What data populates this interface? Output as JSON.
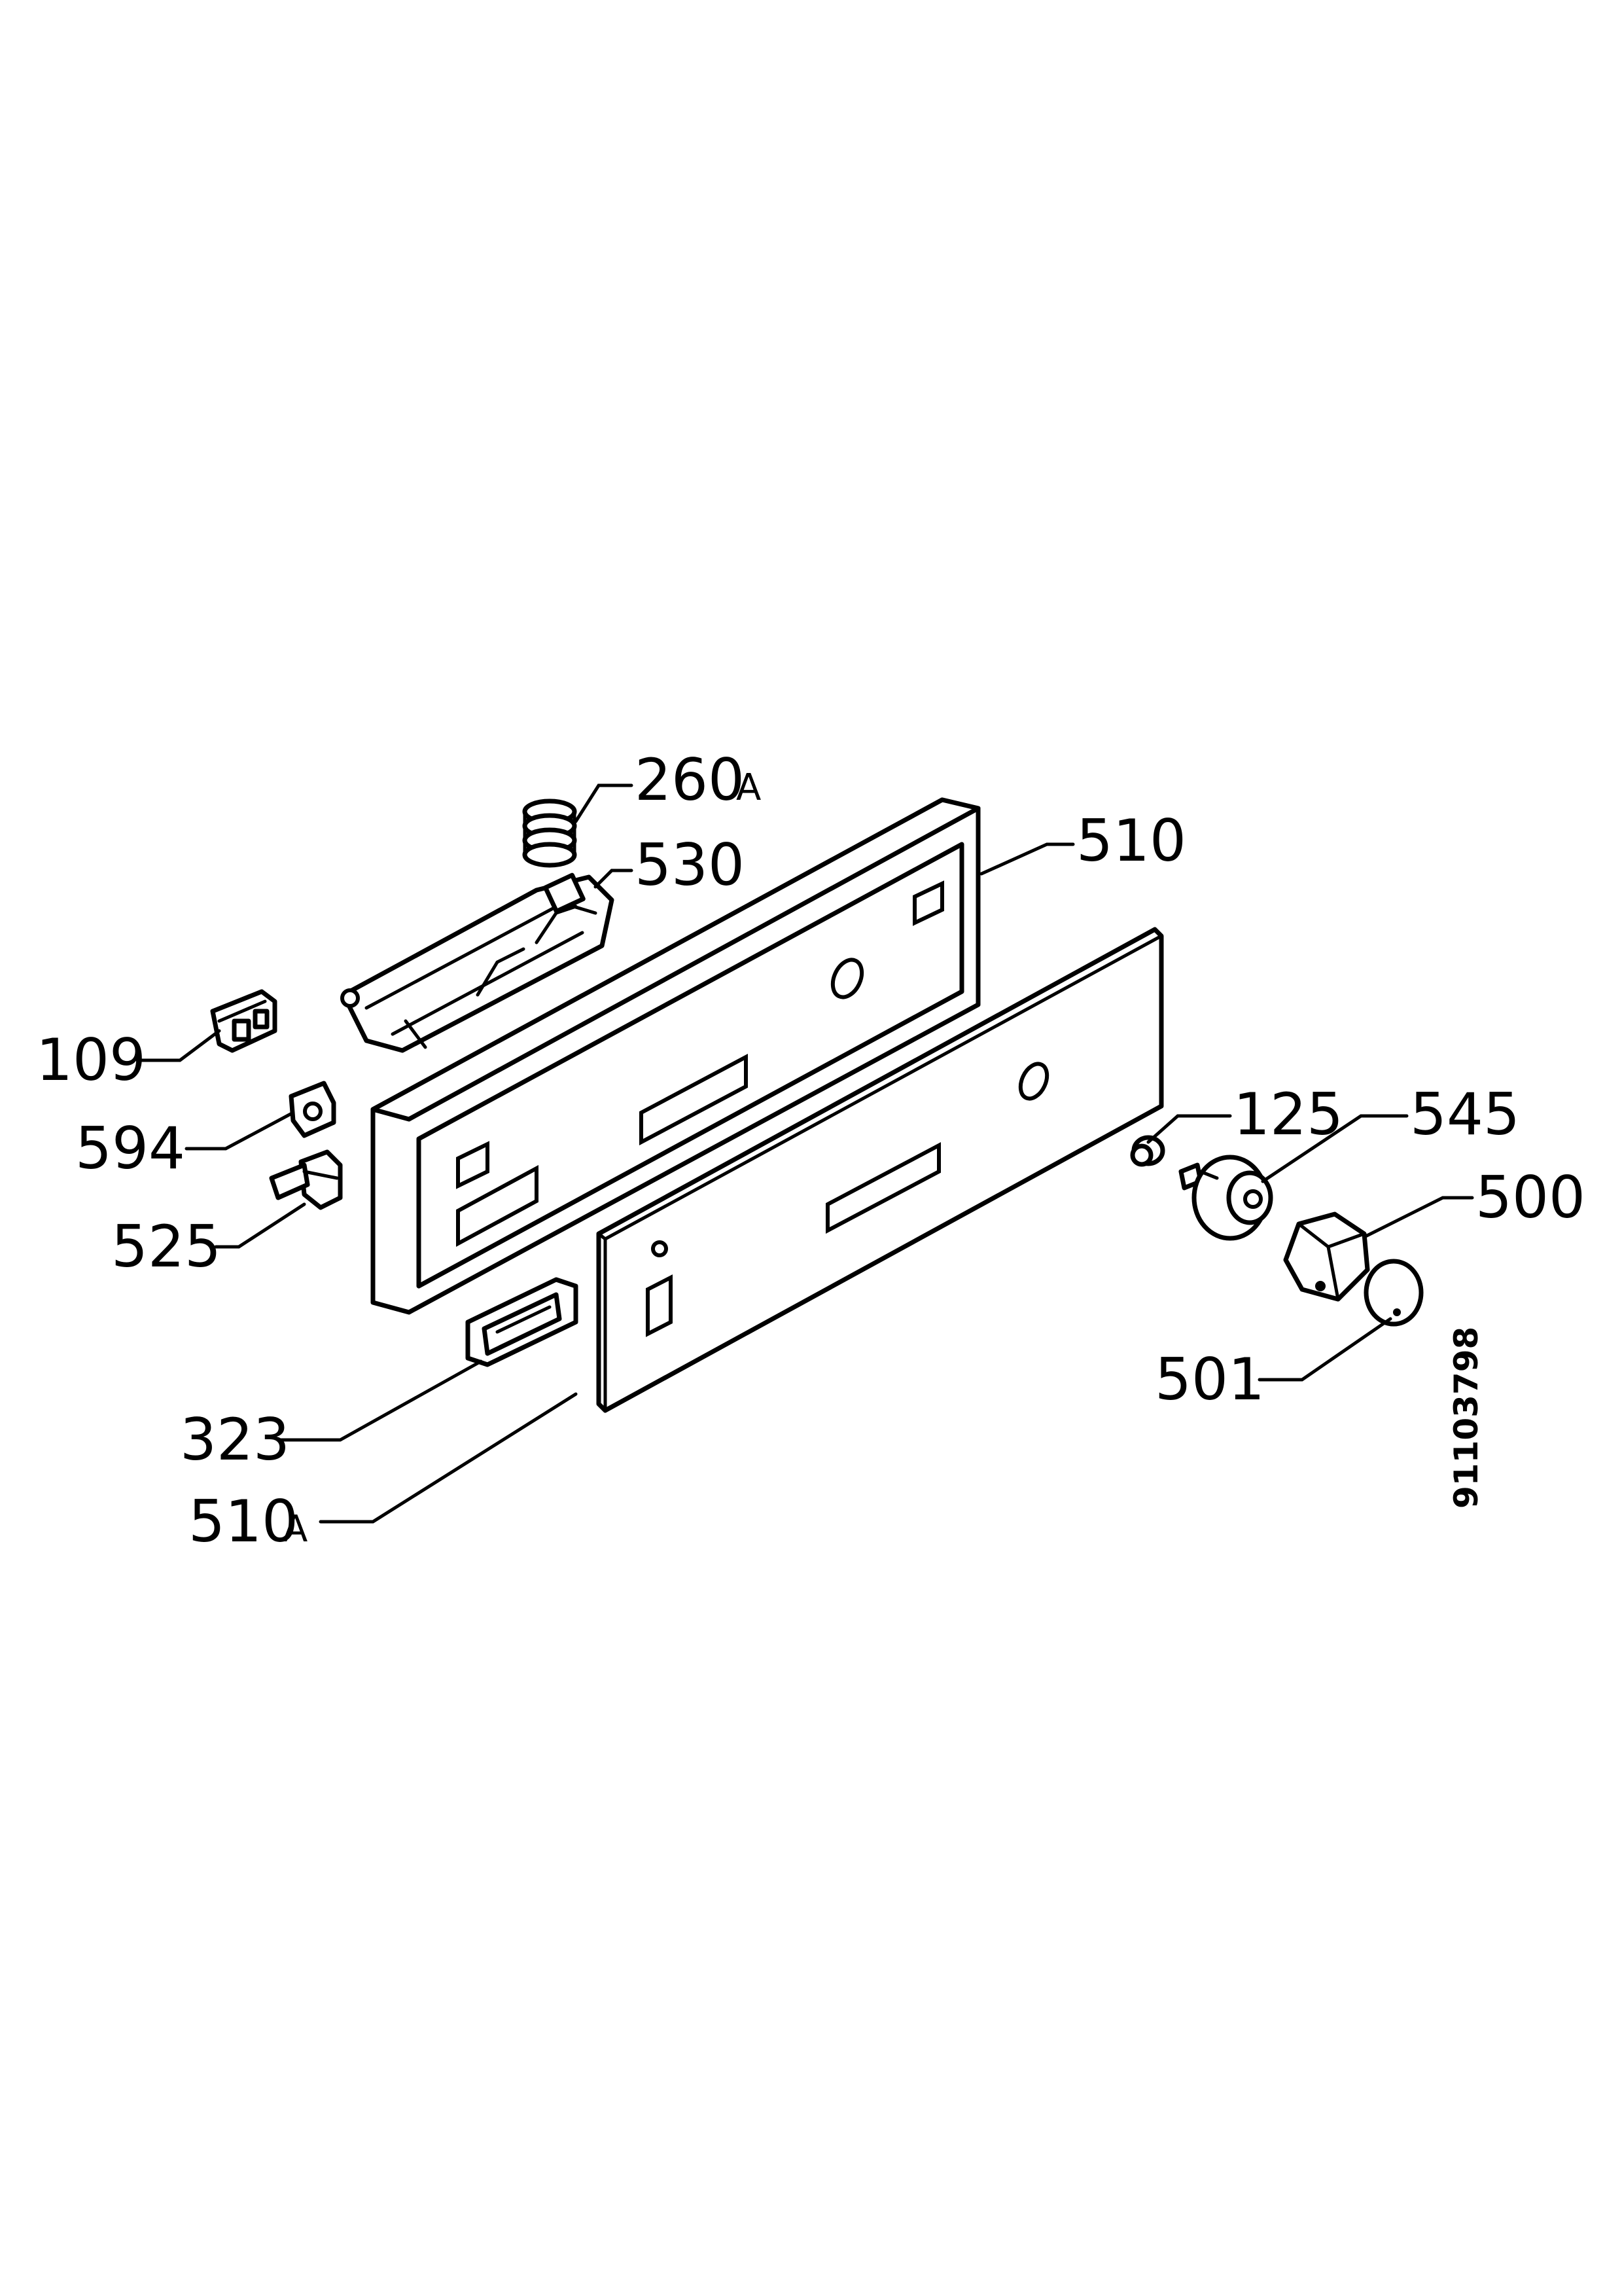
{
  "diagram": {
    "labels": {
      "p260a_num": "260",
      "p260a_suffix": "A",
      "p530": "530",
      "p510": "510",
      "p109": "109",
      "p594": "594",
      "p525": "525",
      "p125": "125",
      "p545": "545",
      "p500": "500",
      "p501": "501",
      "p323": "323",
      "p510a_num": "510",
      "p510a_suffix": "A"
    },
    "serial_number": "91103798"
  }
}
